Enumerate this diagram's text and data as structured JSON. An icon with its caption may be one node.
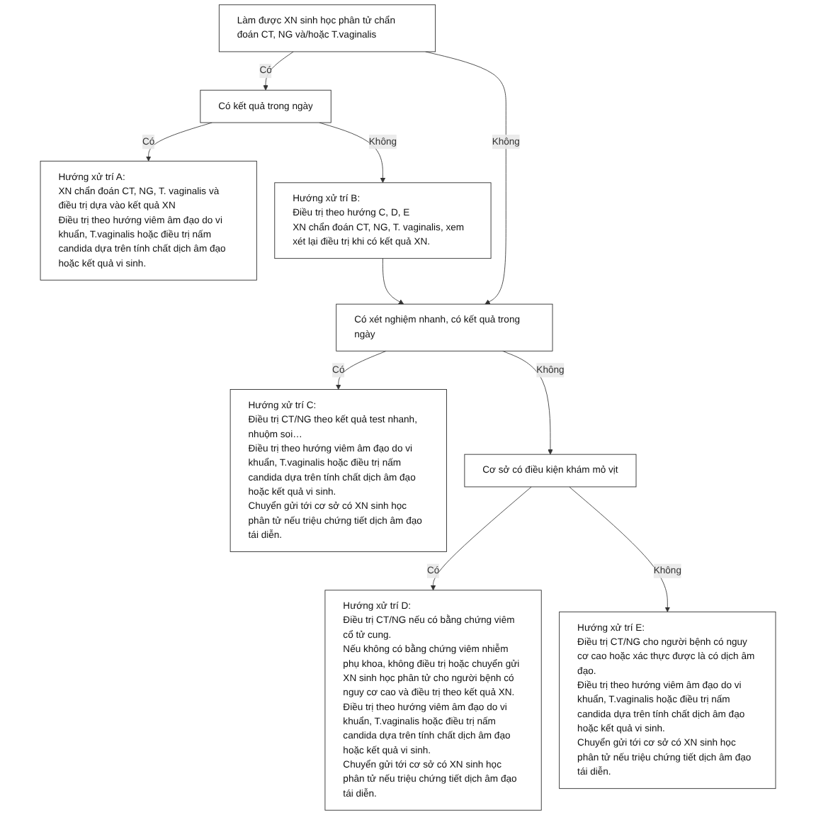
{
  "diagram": {
    "nodes": [
      {
        "text": [
          "Làm được XN sinh học phân tử chẩn đoán CT, NG và/hoặc T.vaginalis"
        ]
      },
      {
        "text": [
          "Có kết quả trong ngày"
        ]
      },
      {
        "text": [
          "Hướng xử trí A:",
          "XN chẩn đoán CT, NG, T. vaginalis và điều trị dựa vào kết quả XN",
          "Điều trị theo hướng viêm âm đạo do vi khuẩn, T.vaginalis hoặc điều trị nấm candida dựa trên tính chất dịch âm đạo hoặc kết quả vi sinh."
        ]
      },
      {
        "text": [
          "Hướng xử trí B:",
          "Điều trị theo hướng C, D, E",
          "XN chẩn đoán CT, NG, T. vaginalis, xem xét lại điều trị khi có kết quả XN."
        ]
      },
      {
        "text": [
          "Có xét nghiệm nhanh, có kết quả trong ngày"
        ]
      },
      {
        "text": [
          "Hướng xử trí C:",
          "Điều trị CT/NG theo kết quả test nhanh, nhuộm soi…",
          "Điều trị theo hướng viêm âm đạo do vi khuẩn, T.vaginalis hoặc điều trị nấm candida dựa trên tính chất dịch âm đạo hoặc kết quả vi sinh.",
          "Chuyển gửi tới cơ sở có XN sinh học phân tử nếu triệu chứng tiết dịch âm đạo tái diễn."
        ]
      },
      {
        "text": [
          "Cơ sở có điều kiện khám mỏ vịt"
        ]
      },
      {
        "text": [
          "Hướng xử trí D:",
          "Điều trị CT/NG nếu có bằng chứng viêm cổ tử cung.",
          "Nếu không có bằng chứng viêm nhiễm phụ khoa, không điều trị hoặc chuyển gửi XN sinh học phân tử cho người bệnh có nguy cơ cao và điều trị theo kết quả XN.",
          "Điều trị theo hướng viêm âm đạo do vi khuẩn, T.vaginalis hoặc điều trị nấm candida dựa trên tính chất dịch âm đạo hoặc kết quả vi sinh.",
          "Chuyển gửi tới cơ sở có XN sinh học phân tử nếu triệu chứng tiết dịch âm đạo tái diễn."
        ]
      },
      {
        "text": [
          "Hướng xử trí E:",
          "Điều trị CT/NG cho người bệnh có nguy cơ cao hoặc xác thực được là có dịch âm đạo.",
          "Điều trị theo hướng viêm âm đạo do vi khuẩn, T.vaginalis hoặc điều trị nấm candida dựa trên tính chất dịch âm đạo hoặc kết quả vi sinh.",
          "Chuyển gửi tới cơ sở có XN sinh học phân tử nếu triệu chứng tiết dịch âm đạo tái diễn."
        ]
      }
    ],
    "edges": [
      {
        "from": 0,
        "to": 1,
        "arrow": "to",
        "label": "Có"
      },
      {
        "from": 1,
        "to": 2,
        "arrow": "to",
        "label": "Có"
      },
      {
        "from": 1,
        "to": 3,
        "arrow": "to",
        "label": "Không"
      },
      {
        "from": 0,
        "to": 4,
        "arrow": "to",
        "label": "Không"
      },
      {
        "from": 3,
        "to": 4,
        "arrow": "to"
      },
      {
        "from": 4,
        "to": 5,
        "arrow": "to",
        "label": "Có"
      },
      {
        "from": 4,
        "to": 6,
        "arrow": "to",
        "label": "Không"
      },
      {
        "from": 6,
        "to": 7,
        "arrow": "to",
        "label": "Có"
      },
      {
        "from": 6,
        "to": 8,
        "arrow": "to",
        "label": "Không"
      }
    ]
  }
}
